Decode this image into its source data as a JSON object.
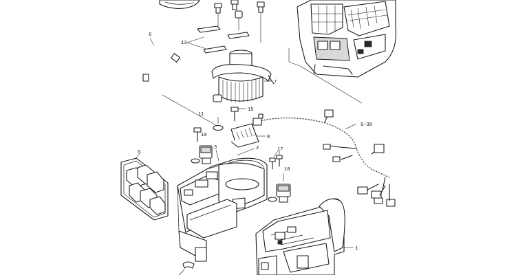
{
  "callouts": {
    "c1": "1",
    "c2": "2",
    "c3": "3",
    "c5": "5",
    "c6": "6",
    "c7": "7",
    "c8": "8",
    "c9_38": "9-38",
    "c10a": "10",
    "c10b": "10",
    "c11": "11",
    "c13": "13",
    "c15": "15",
    "c17": "17"
  }
}
